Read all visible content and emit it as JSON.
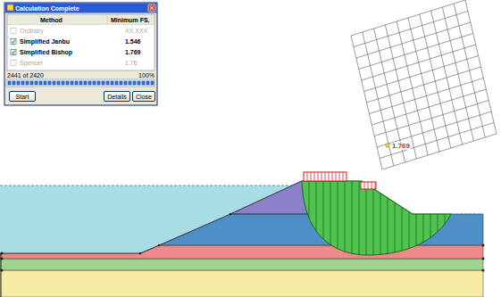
{
  "diagram": {
    "nodes": [
      {
        "text": [
          "Calculation Complete"
        ]
      },
      {
        "text": [
          "Start"
        ],
        "in": 0
      },
      {
        "text": [
          "Details"
        ],
        "in": 0
      },
      {
        "text": [
          "Close"
        ],
        "in": 0
      }
    ],
    "labels": [
      "Method",
      "Minimum FS.",
      "Ordinary",
      "XX.XXX",
      "Simplified Janbu",
      "1.546",
      "Simplified Bishop",
      "1.769",
      "Spencer",
      "1.76",
      "2441 of 2420",
      "100%",
      "1.769"
    ]
  }
}
